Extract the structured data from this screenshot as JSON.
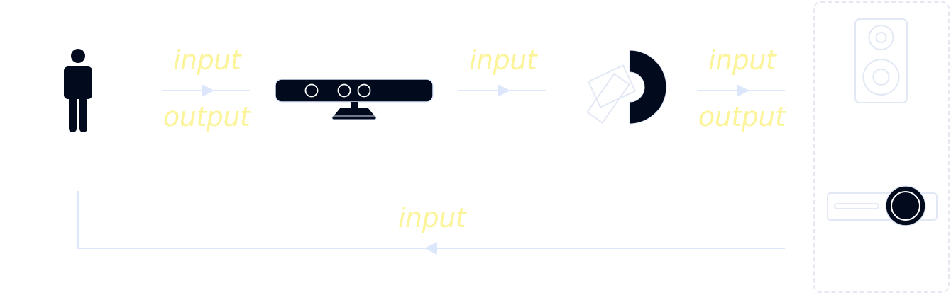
{
  "diagram": {
    "flow_labels": {
      "top_1_input": "input",
      "top_1_output": "output",
      "top_2_input": "input",
      "top_3_input": "input",
      "top_3_output": "output",
      "bottom_input": "input"
    },
    "colors": {
      "icon_fill": "#020b1e",
      "line_color": "#dde7fb",
      "label_color": "#fbf49a",
      "outline_color": "#e2e8f4",
      "panel_border": "#e3e8f1"
    },
    "icons": [
      "person-icon",
      "depth-camera-icon",
      "processor-icon",
      "speaker-icon",
      "projector-icon"
    ]
  }
}
